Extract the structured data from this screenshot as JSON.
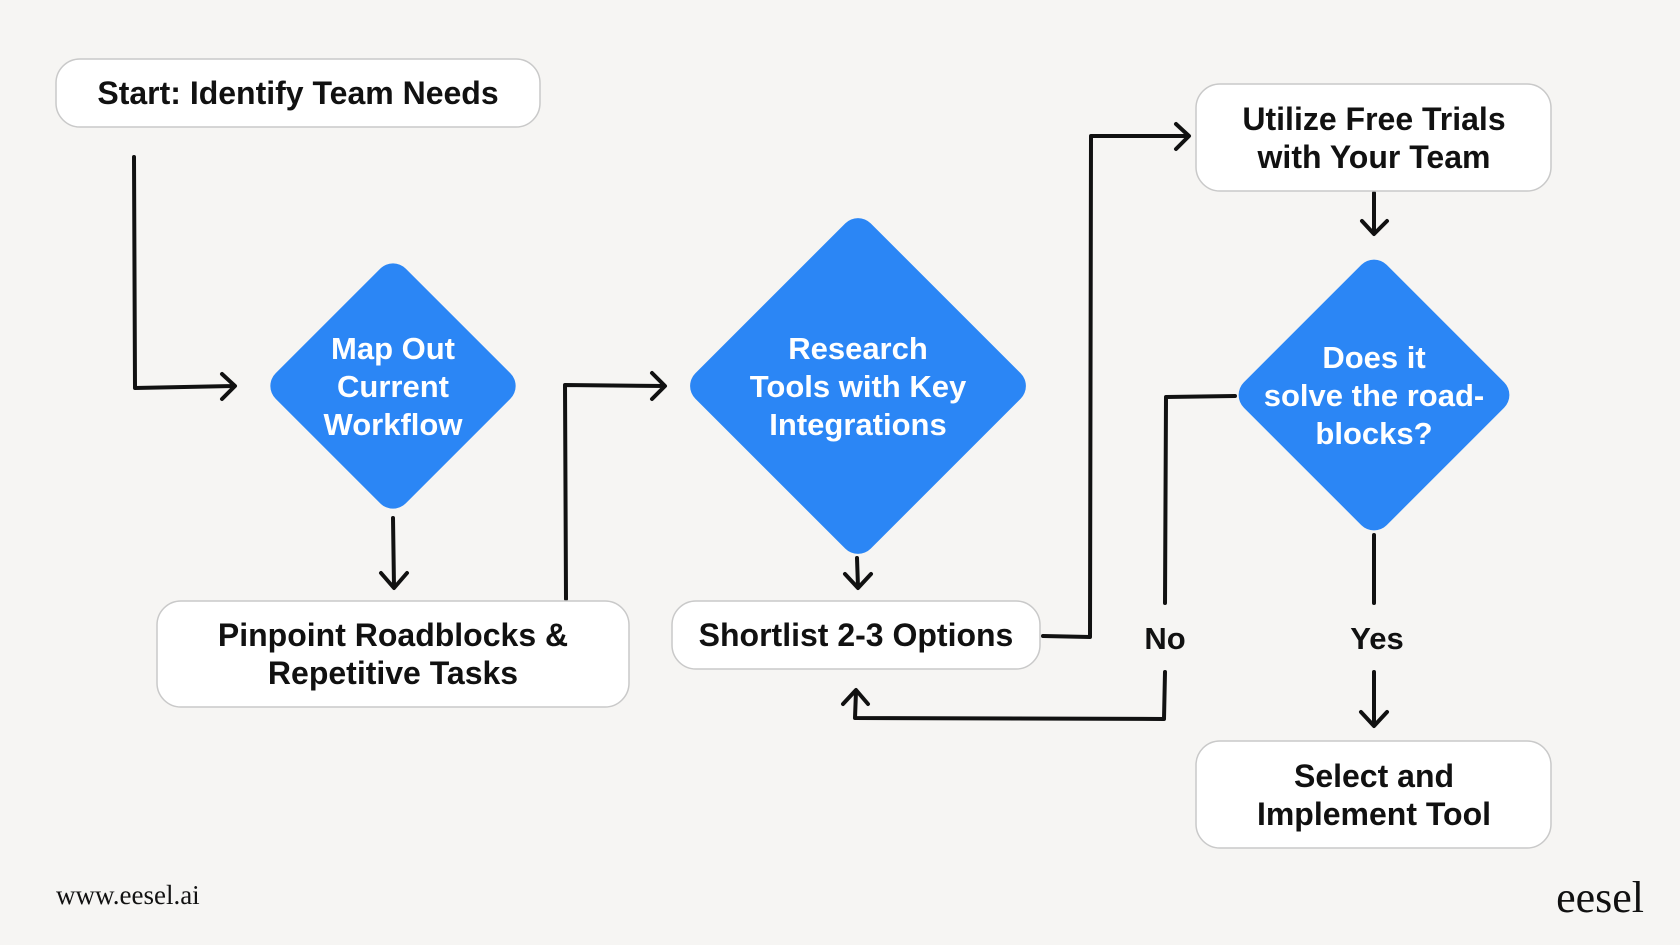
{
  "nodes": {
    "start": {
      "lines": [
        "Start: Identify Team Needs"
      ]
    },
    "map_workflow": {
      "lines": [
        "Map Out",
        "Current",
        "Workflow"
      ]
    },
    "pinpoint": {
      "lines": [
        "Pinpoint Roadblocks &",
        "Repetitive Tasks"
      ]
    },
    "research": {
      "lines": [
        "Research",
        "Tools with Key",
        "Integrations"
      ]
    },
    "shortlist": {
      "lines": [
        "Shortlist 2-3 Options"
      ]
    },
    "free_trials": {
      "lines": [
        "Utilize Free Trials",
        "with Your Team"
      ]
    },
    "decision": {
      "lines": [
        "Does it",
        "solve the road-",
        "blocks?"
      ]
    },
    "select": {
      "lines": [
        "Select and",
        "Implement Tool"
      ]
    }
  },
  "edges": {
    "no_label": "No",
    "yes_label": "Yes"
  },
  "footer": {
    "url": "www.eesel.ai",
    "brand": "eesel"
  },
  "colors": {
    "background": "#f6f5f3",
    "diamond_fill": "#2b86f5",
    "box_fill": "#ffffff",
    "box_border": "#c9c9c9",
    "ink": "#111111"
  }
}
